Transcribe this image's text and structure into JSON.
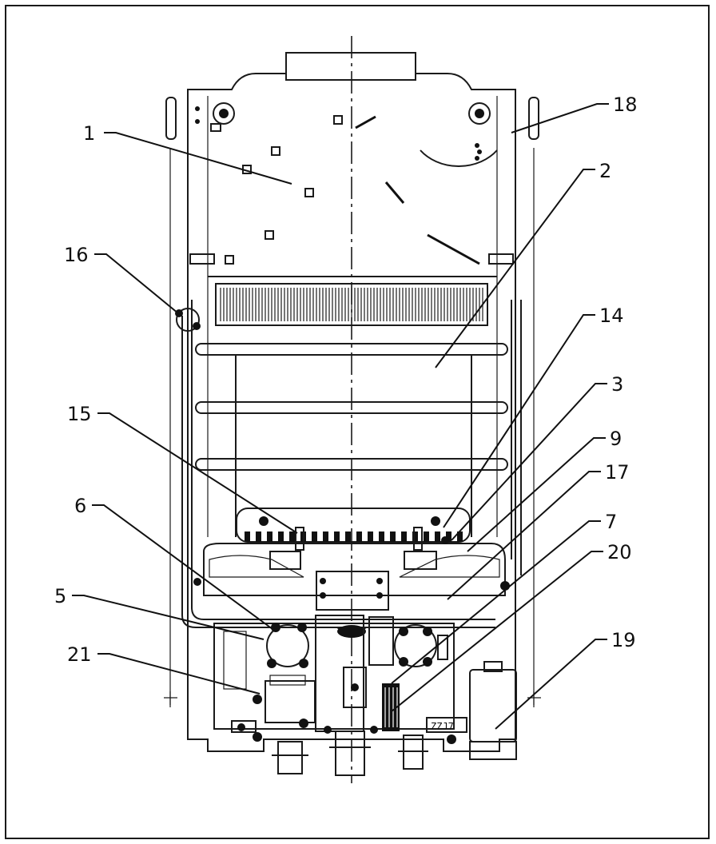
{
  "part_labels": [
    {
      "id": "1",
      "text": "1"
    },
    {
      "id": "2",
      "text": "2"
    },
    {
      "id": "3",
      "text": "3"
    },
    {
      "id": "5",
      "text": "5"
    },
    {
      "id": "6",
      "text": "6"
    },
    {
      "id": "7",
      "text": "7"
    },
    {
      "id": "9",
      "text": "9"
    },
    {
      "id": "14",
      "text": "14"
    },
    {
      "id": "15",
      "text": "15"
    },
    {
      "id": "16",
      "text": "16"
    },
    {
      "id": "17",
      "text": "17"
    },
    {
      "id": "18",
      "text": "18"
    },
    {
      "id": "19",
      "text": "19"
    },
    {
      "id": "20",
      "text": "20"
    },
    {
      "id": "21",
      "text": "21"
    }
  ],
  "colors": {
    "line": "#1a1a1a",
    "background": "#ffffff"
  }
}
